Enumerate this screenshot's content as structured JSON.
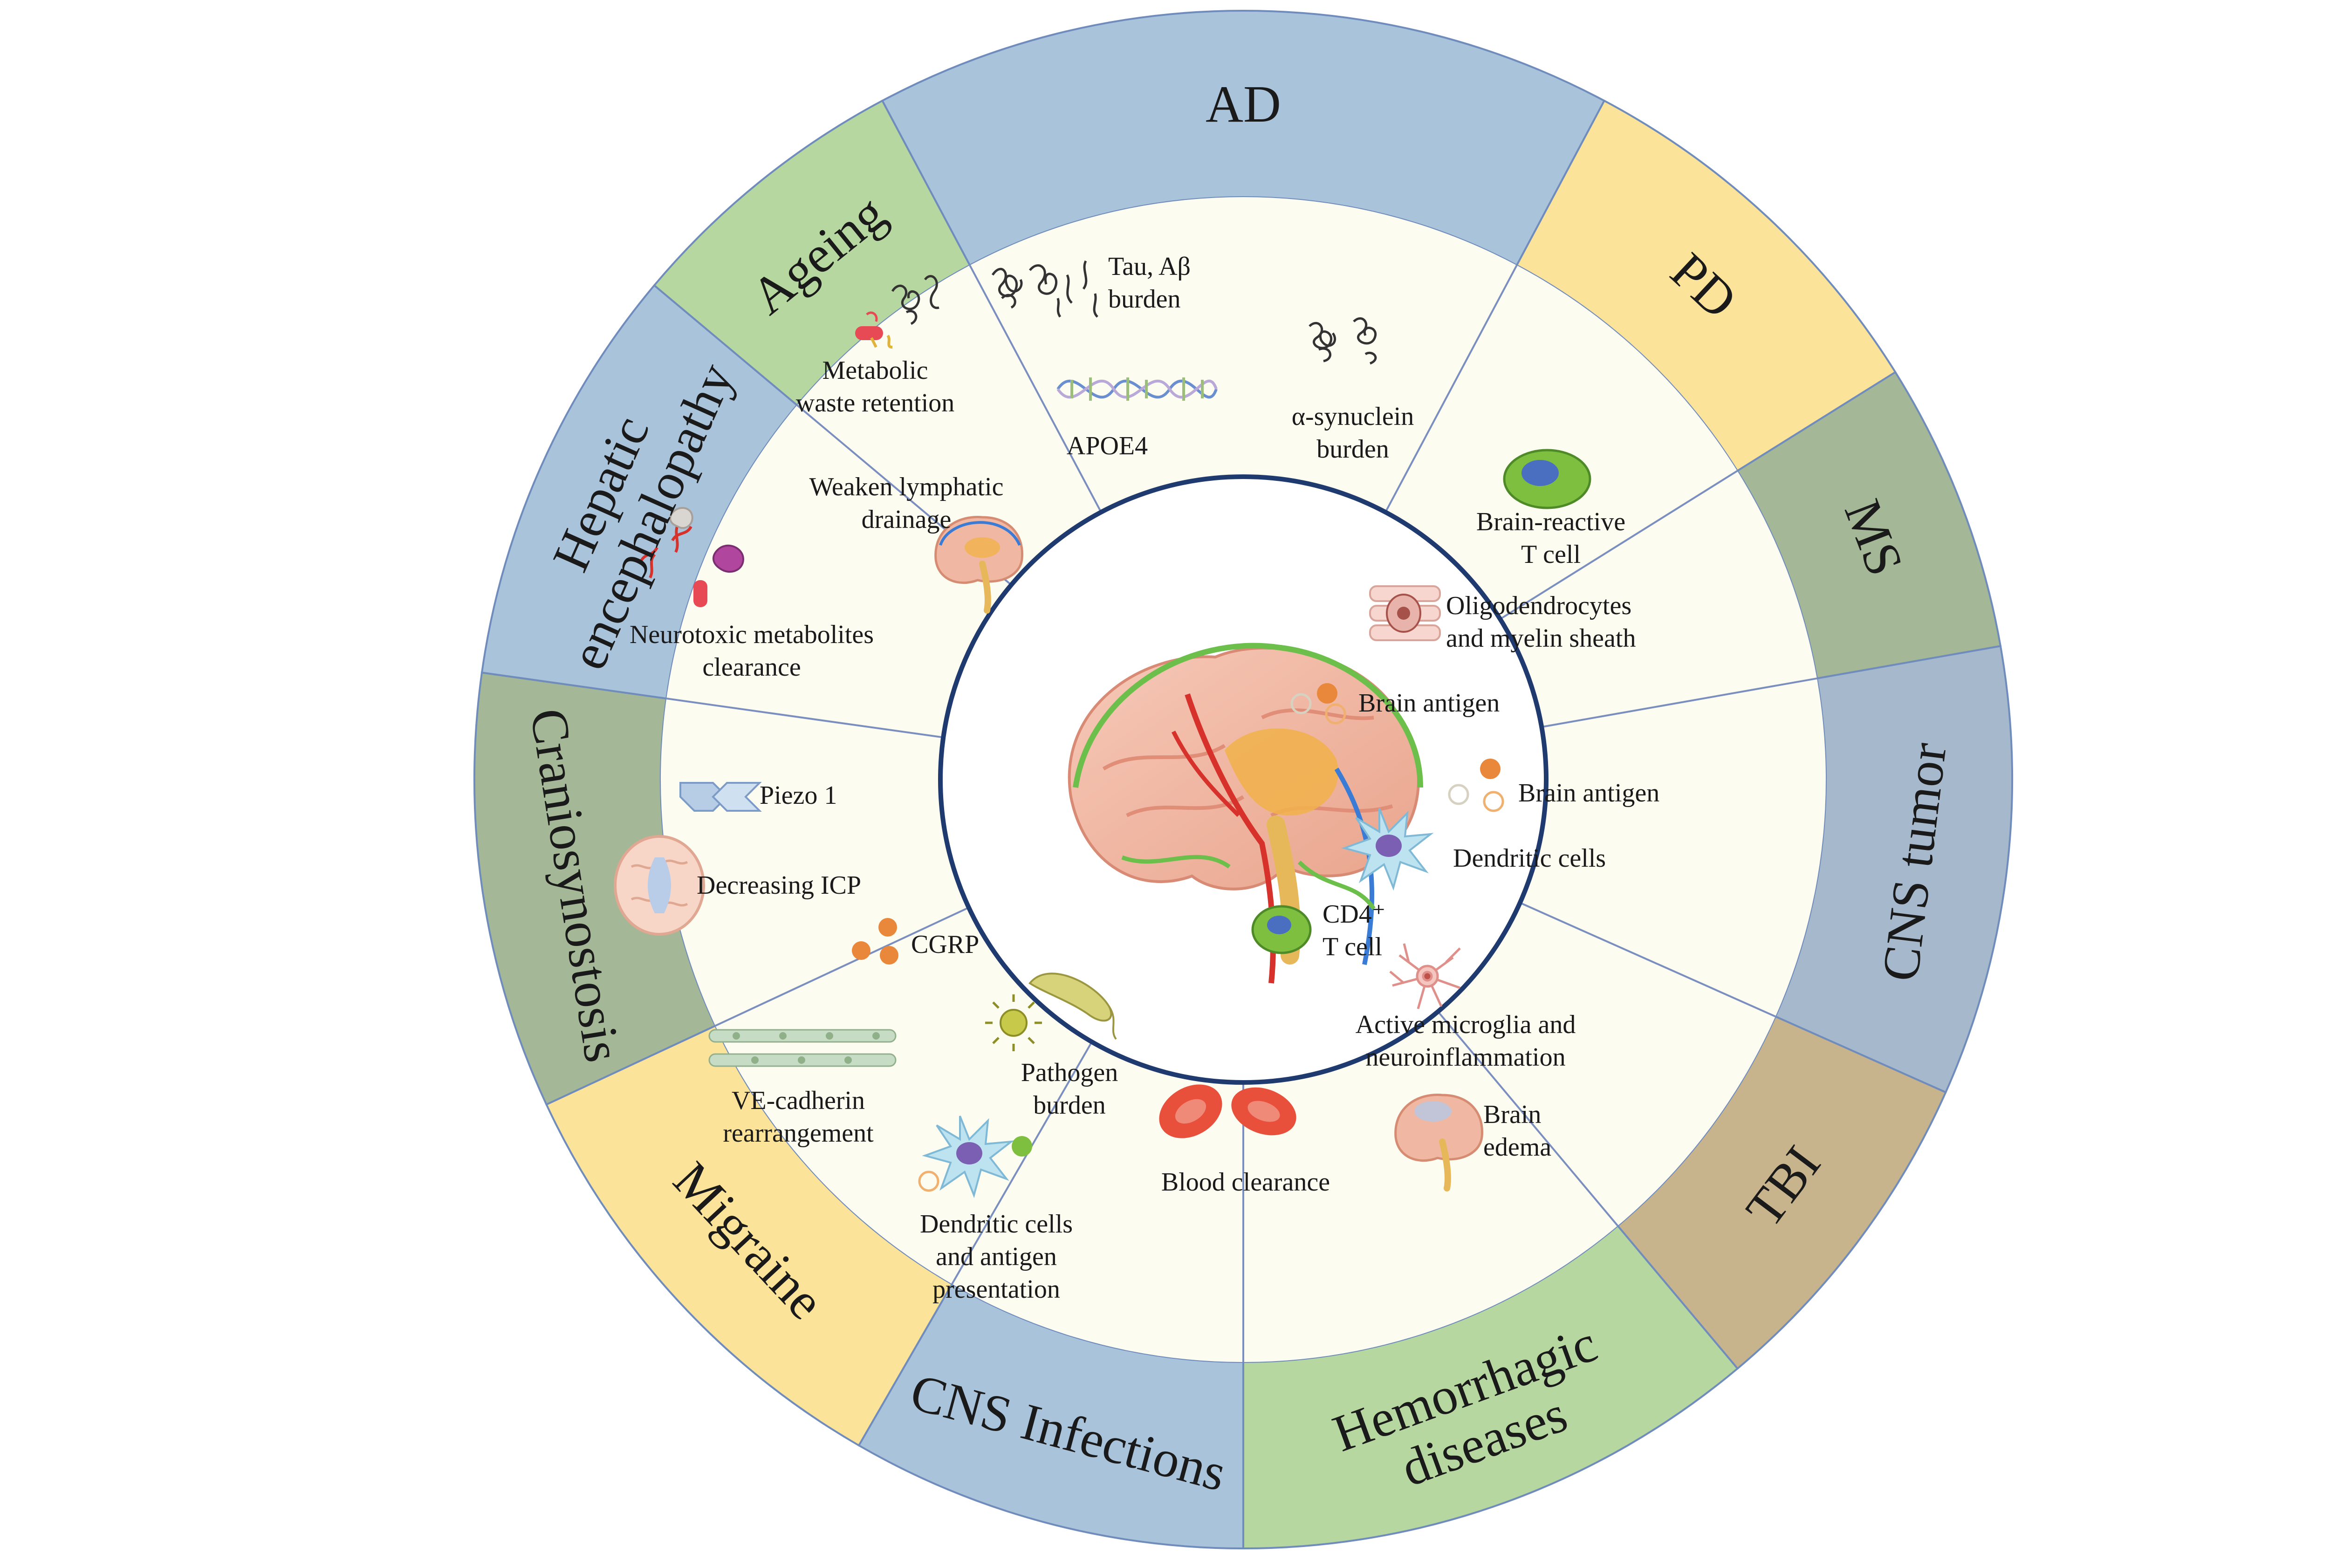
{
  "colors": {
    "background": "#ffffff",
    "inner_fill": "#fdfcf0",
    "ring_divider": "#6f8cbc",
    "blue": "#a9c3db",
    "yellow": "#fce39a",
    "green": "#b7d7a0",
    "olive": "#a4b796",
    "steel": "#a6b9cc",
    "tan": "#c8b48c"
  },
  "segments": [
    {
      "id": "ad",
      "label": "AD",
      "color": "blue"
    },
    {
      "id": "pd",
      "label": "PD",
      "color": "yellow"
    },
    {
      "id": "ms",
      "label": "MS",
      "color": "olive"
    },
    {
      "id": "cns-tumor",
      "label": "CNS tumor",
      "color": "steel"
    },
    {
      "id": "tbi",
      "label": "TBI",
      "color": "tan"
    },
    {
      "id": "hemorrhagic-diseases",
      "label": "Hemorrhagic\ndiseases",
      "color": "green"
    },
    {
      "id": "cns-infections",
      "label": "CNS Infections",
      "color": "blue"
    },
    {
      "id": "migraine",
      "label": "Migraine",
      "color": "yellow"
    },
    {
      "id": "craniosynostosis",
      "label": "Craniosynostosis",
      "color": "olive"
    },
    {
      "id": "hepatic-encephalopathy",
      "label": "Hepatic\nencephalopathy",
      "color": "blue"
    },
    {
      "id": "ageing",
      "label": "Ageing",
      "color": "green"
    }
  ],
  "items": [
    {
      "id": "tau-ab-burden",
      "icon": "protein-fibril-icon",
      "text": "Tau, Aβ\nburden"
    },
    {
      "id": "apoe4",
      "icon": "dna-helix-icon",
      "text": "APOE4"
    },
    {
      "id": "alpha-synuclein-burden",
      "icon": "protein-fibril-icon",
      "text": "α-synuclein\nburden"
    },
    {
      "id": "brain-reactive-t-cell",
      "icon": "t-cell-icon",
      "text": "Brain-reactive\nT cell"
    },
    {
      "id": "oligodendrocytes",
      "icon": "myelin-sheath-icon",
      "text": "Oligodendrocytes\nand myelin sheath"
    },
    {
      "id": "brain-antigen-ms",
      "icon": "antigen-icon",
      "text": "Brain antigen"
    },
    {
      "id": "brain-antigen-tumor",
      "icon": "antigen-icon",
      "text": "Brain antigen"
    },
    {
      "id": "dendritic-cells-tumor",
      "icon": "dendritic-cell-icon",
      "text": "Dendritic cells"
    },
    {
      "id": "cd4-t-cell",
      "icon": "t-cell-icon",
      "text": "CD4⁺\nT cell"
    },
    {
      "id": "active-microglia",
      "icon": "microglia-icon",
      "text": "Active microglia and\nneuroinflammation"
    },
    {
      "id": "brain-edema",
      "icon": "brain-icon",
      "text": "Brain\nedema"
    },
    {
      "id": "blood-clearance",
      "icon": "red-blood-cell-icon",
      "text": "Blood clearance"
    },
    {
      "id": "pathogen-burden",
      "icon": "pathogen-icon",
      "text": "Pathogen\nburden"
    },
    {
      "id": "dendritic-cells-antigen",
      "icon": "dendritic-cell-icon",
      "text": "Dendritic cells\nand antigen\npresentation"
    },
    {
      "id": "cgrp",
      "icon": "antigen-icon",
      "text": "CGRP"
    },
    {
      "id": "ve-cadherin",
      "icon": "endothelium-icon",
      "text": "VE-cadherin\nrearrangement"
    },
    {
      "id": "piezo1",
      "icon": "piezo-channel-icon",
      "text": "Piezo 1"
    },
    {
      "id": "decreasing-icp",
      "icon": "brain-icon",
      "text": "Decreasing ICP"
    },
    {
      "id": "neurotoxic-metabolites",
      "icon": "metabolite-icon",
      "text": "Neurotoxic metabolites\nclearance"
    },
    {
      "id": "weaken-lymphatic",
      "icon": "brain-icon",
      "text": "Weaken lymphatic\ndrainage"
    },
    {
      "id": "metabolic-waste",
      "icon": "metabolite-icon",
      "text": "Metabolic\nwaste retention"
    }
  ],
  "center": {
    "icon": "brain-vasculature-icon"
  }
}
